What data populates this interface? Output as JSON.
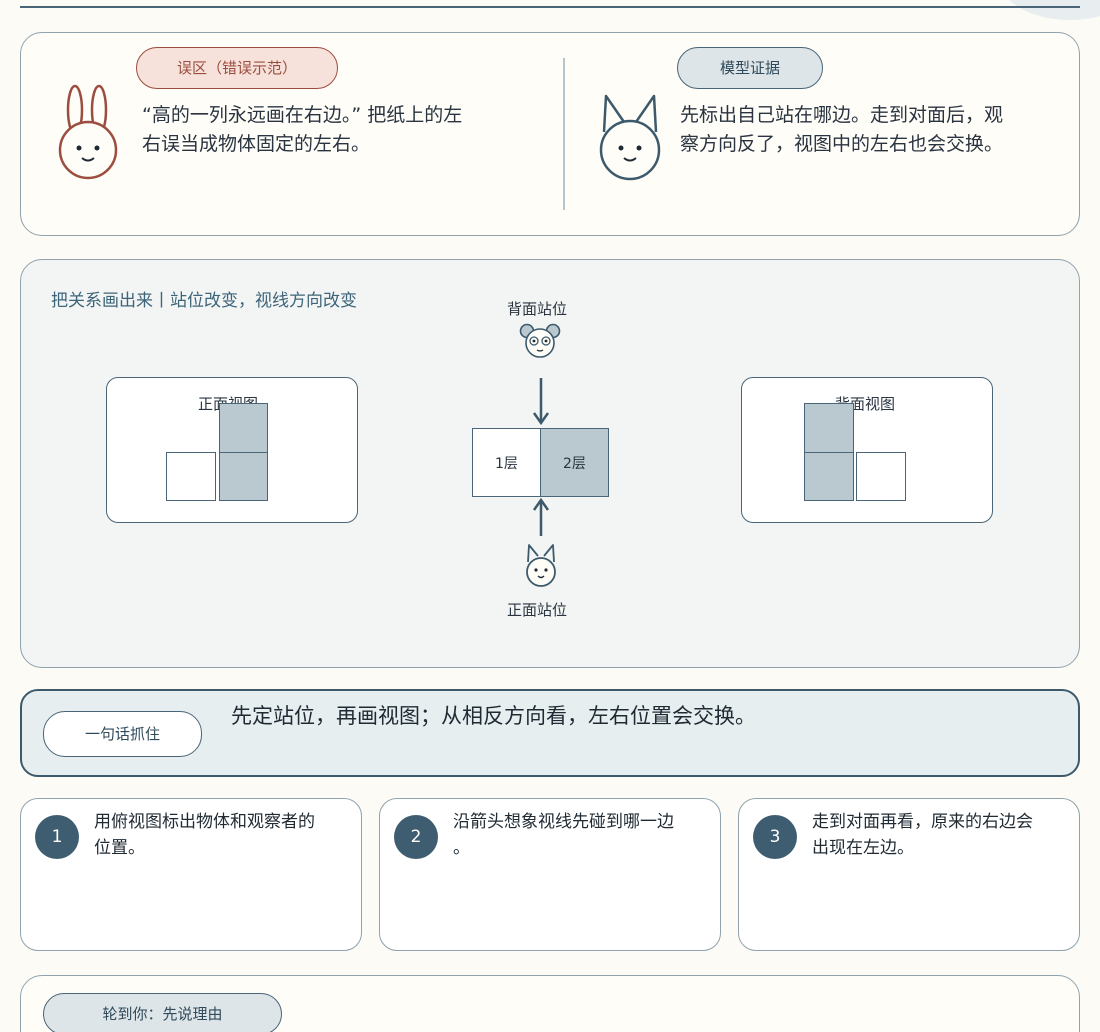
{
  "misconception": {
    "tag": "误区（错误示范）",
    "text": "“高的一列永远画在右边。” 把纸上的左右误当成物体固定的左右。",
    "line1": "“高的一列永远画在右边。” 把纸上的左",
    "line2": "右误当成物体固定的左右。",
    "icon": "rabbit-icon",
    "color": "#9b4d3f"
  },
  "model": {
    "tag": "模型证据",
    "line1": "先标出自己站在哪边。走到对面后，观",
    "line2": "察方向反了，视图中的左右也会交换。",
    "icon": "cat-icon",
    "color": "#3d5a6c"
  },
  "diagram": {
    "title": "把关系画出来丨站位改变，视线方向改变",
    "front_view_label": "正面视图",
    "back_view_label": "背面视图",
    "back_position_label": "背面站位",
    "front_position_label": "正面站位",
    "cell1": "1层",
    "cell2": "2层",
    "icons": [
      "bear-icon",
      "cat-icon",
      "arrow-down-icon",
      "arrow-up-icon"
    ]
  },
  "summary": {
    "tag": "一句话抓住",
    "text": "先定站位，再画视图；从相反方向看，左右位置会交换。"
  },
  "steps": [
    {
      "num": "1",
      "line1": "用俯视图标出物体和观察者的",
      "line2": "位置。"
    },
    {
      "num": "2",
      "line1": "沿箭头想象视线先碰到哪一边",
      "line2": "。"
    },
    {
      "num": "3",
      "line1": "走到对面再看，原来的右边会",
      "line2": "出现在左边。"
    }
  ],
  "bottom": {
    "tag": "轮到你：先说理由"
  },
  "colors": {
    "accent": "#3f5d70",
    "warning": "#9b4d3f",
    "fill": "#bac9cf",
    "background": "#fdfbf5"
  }
}
